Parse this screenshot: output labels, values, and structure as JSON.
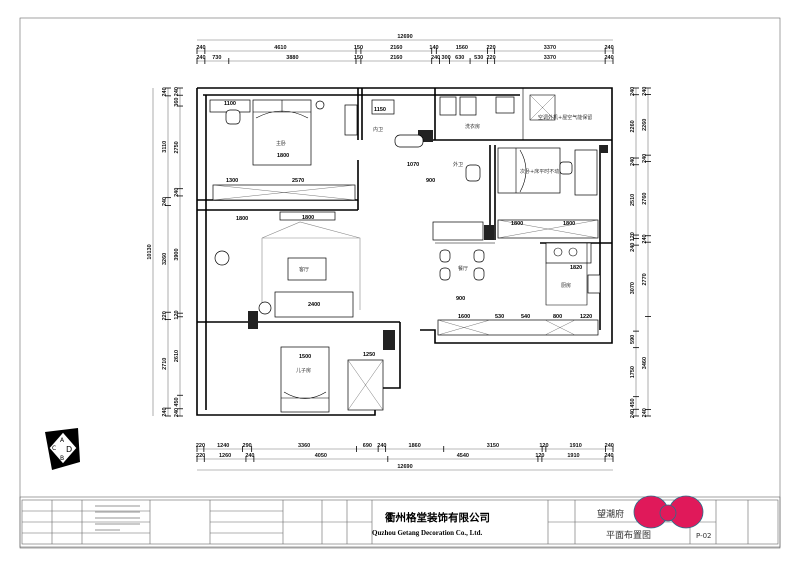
{
  "dimensions": {
    "top_total": "12690",
    "top_row1": [
      "240",
      "4610",
      "150",
      "2160",
      "140",
      "1560",
      "220",
      "3370",
      "240"
    ],
    "top_row2": [
      "240",
      "730",
      "3880",
      "150",
      "2160",
      "240",
      "300",
      "630",
      "530",
      "220",
      "3370",
      "240"
    ],
    "bottom_row1": [
      "220",
      "1240",
      "290",
      "3360",
      "690",
      "240",
      "1860",
      "3150",
      "120",
      "1910",
      "240"
    ],
    "bottom_row2": [
      "220",
      "1260",
      "240",
      "4050",
      "4540",
      "120",
      "1910",
      "240"
    ],
    "bottom_total": "12690",
    "left_total": "10130",
    "left_col1": [
      "240",
      "3110",
      "240",
      "3260",
      "220",
      "2710",
      "240"
    ],
    "left_col2": [
      "240",
      "360",
      "2750",
      "240",
      "3900",
      "120",
      "2610",
      "450",
      "240"
    ],
    "right_col1": [
      "240",
      "2260",
      "240",
      "2510",
      "120",
      "240",
      "3070",
      "590",
      "1750",
      "450",
      "240"
    ],
    "right_col2": [
      "240",
      "2260",
      "240",
      "2760",
      "240",
      "2770",
      "3460",
      "240"
    ]
  },
  "rooms": {
    "master_bedroom": "主卧",
    "ensuite_bath": "内卫",
    "laundry": "洗衣房",
    "ac_unit": "空调外机+屋空气能保留",
    "guest_bath": "外卫",
    "second_bedroom": "次卧+床平时不动",
    "living_room": "客厅",
    "dining": "餐厅",
    "kitchen": "厨房",
    "son_room": "儿子房"
  },
  "furniture_dims": {
    "desk": "1100",
    "master_bed": "1800",
    "wardrobe_a": "1300",
    "wardrobe_b": "2570",
    "tv_cabinet": "1800",
    "sofa": "2400",
    "son_bed": "1500",
    "son_wardrobe": "1250",
    "shower": "1070",
    "shower_depth": "900",
    "vanity": "1150",
    "second_wardrobe_a": "1800",
    "second_wardrobe_b": "1800",
    "stove_counter": "1820",
    "dining_table": "900",
    "sideboard": "1600",
    "cab_530": "530",
    "cab_540": "540",
    "cab_800": "800",
    "cab_1220": "1220",
    "entry_cab": "1800"
  },
  "logo": {
    "letters": [
      "A",
      "C",
      "D",
      "B"
    ]
  },
  "title_block": {
    "company_cn": "衢州格堂装饰有限公司",
    "company_en": "Quzhou Getang Decoration Co., Ltd.",
    "project": "望潮府",
    "drawing_name": "平面布置图",
    "sheet_no": "P-02"
  },
  "colors": {
    "bow": "#e0195a",
    "bow_outline": "#2a6f8a",
    "wall": "#000000"
  }
}
